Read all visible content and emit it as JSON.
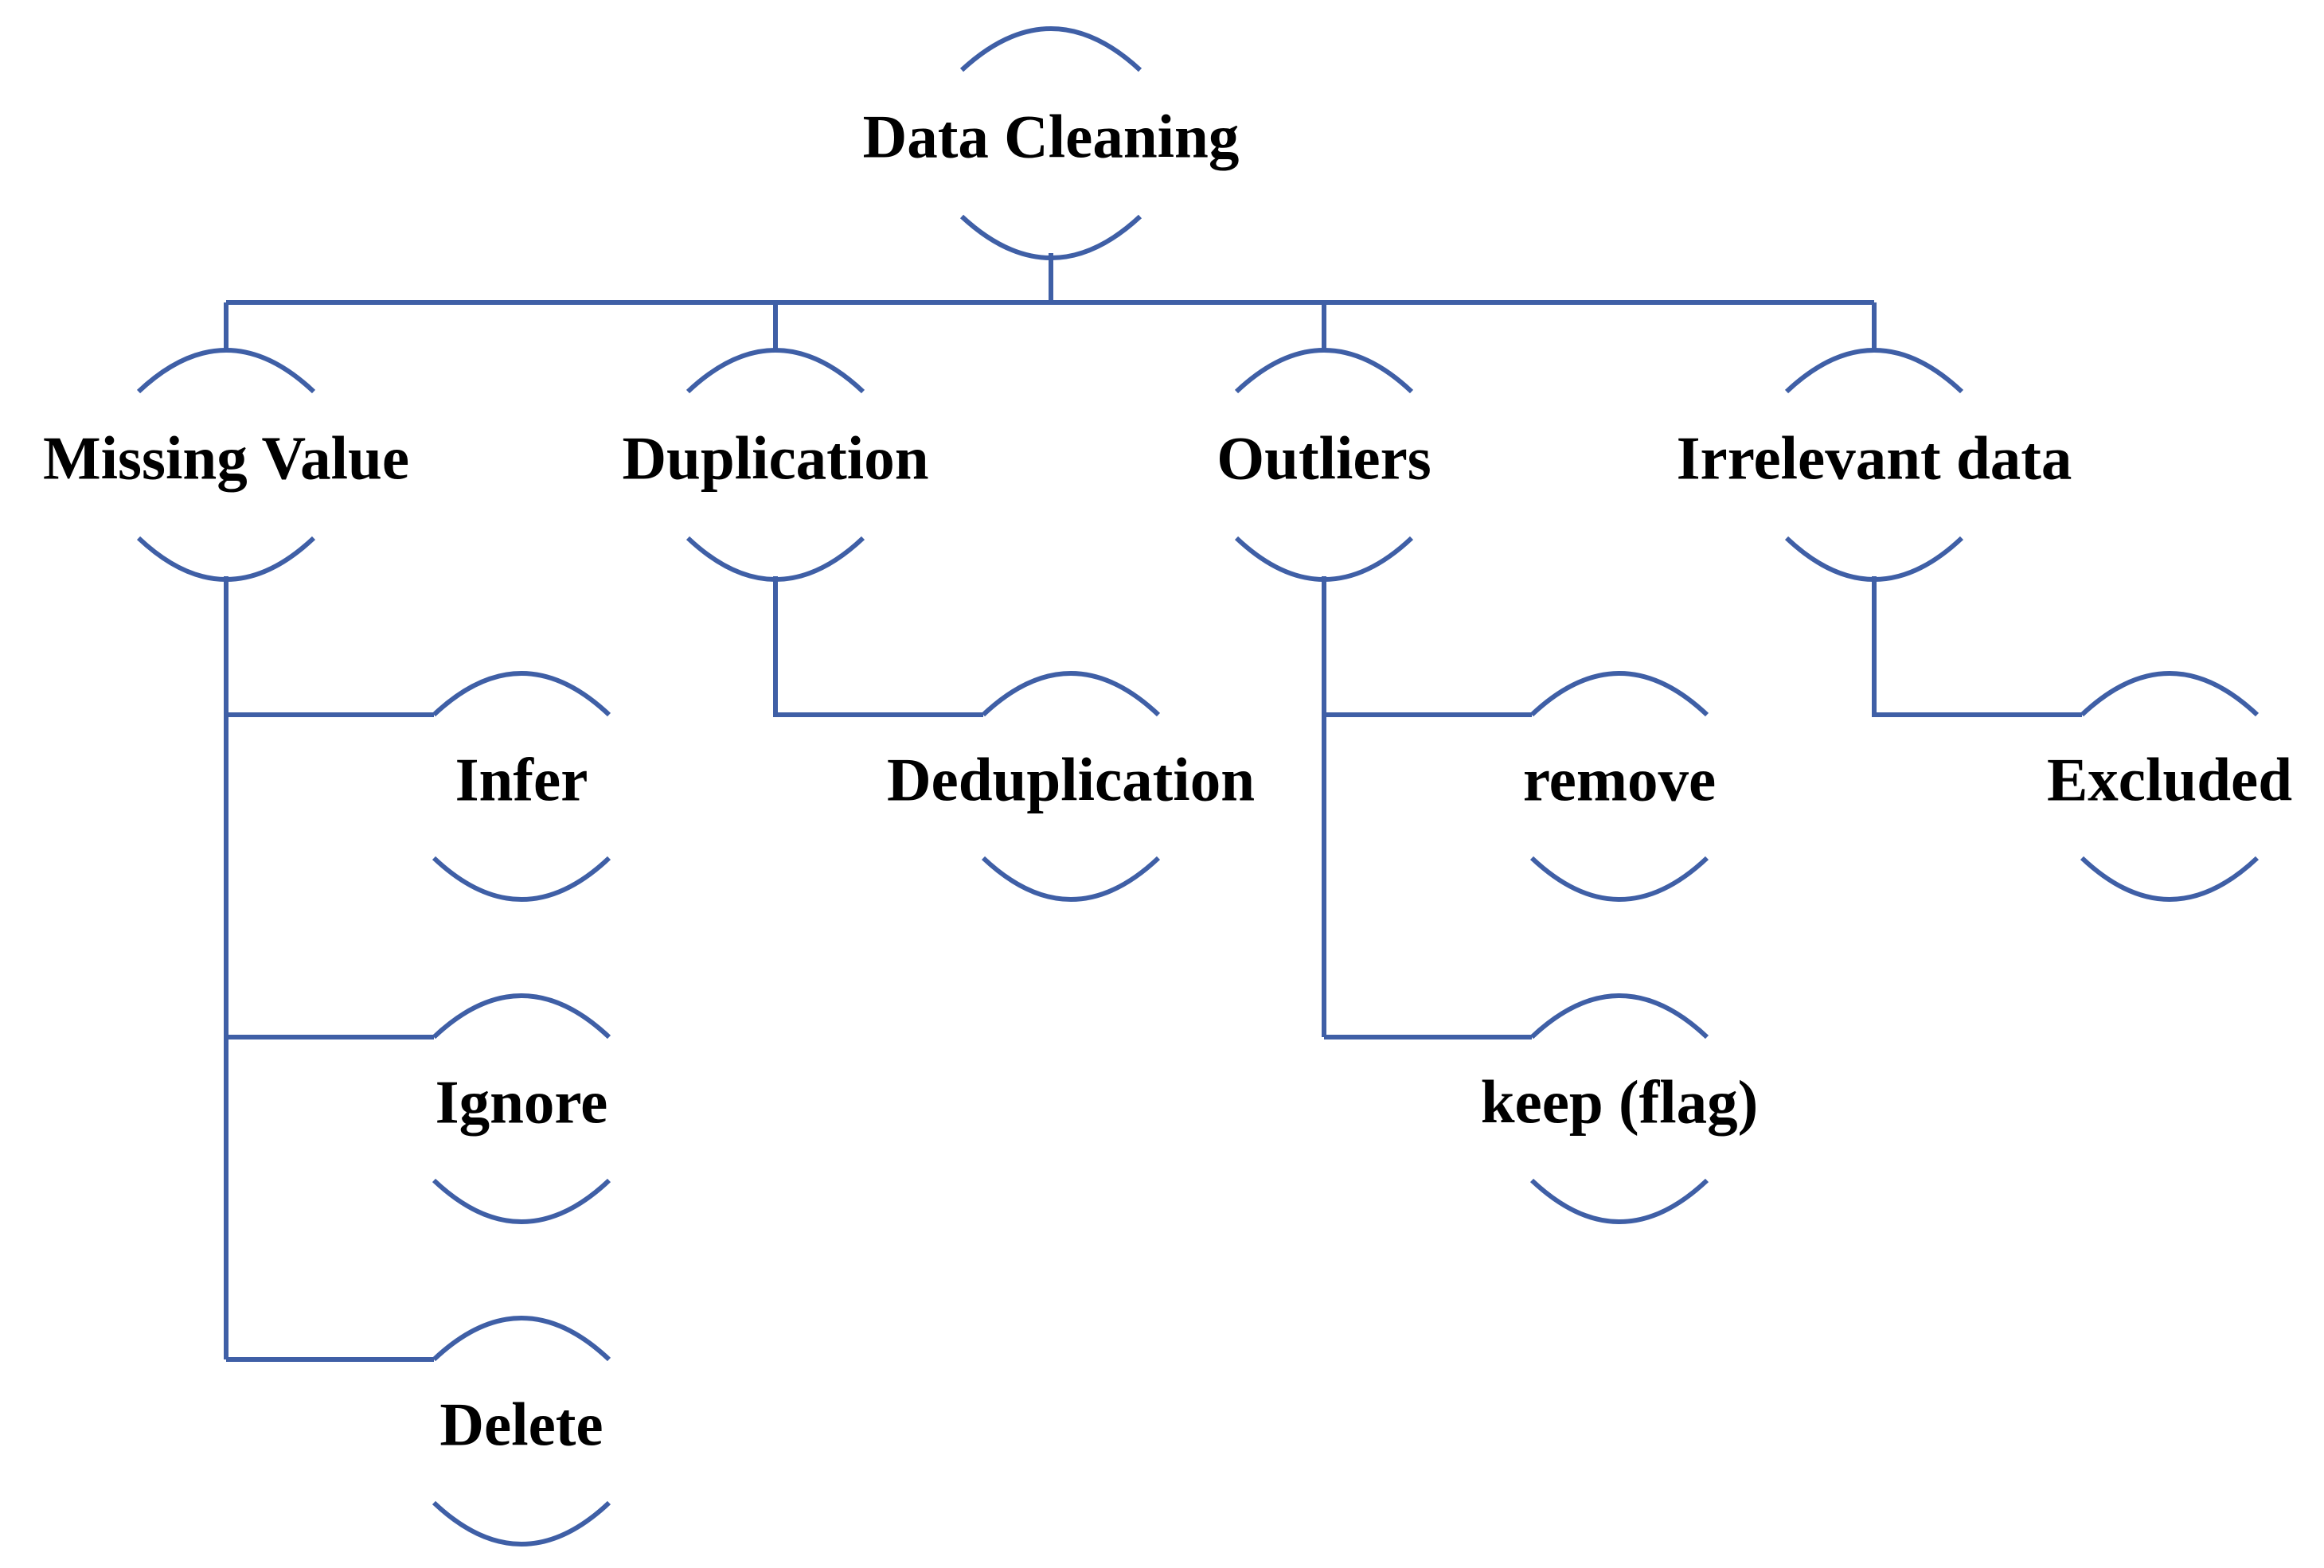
{
  "colors": {
    "line": "#3F5FA6",
    "text": "#000000",
    "background": "#FFFFFF"
  },
  "nodes": {
    "root": "Data Cleaning",
    "missing_value": "Missing Value",
    "duplication": "Duplication",
    "outliers": "Outliers",
    "irrelevant_data": "Irrelevant data",
    "infer": "Infer",
    "ignore": "Ignore",
    "delete": "Delete",
    "deduplication": "Deduplication",
    "remove": "remove",
    "keep_flag": "keep (flag)",
    "excluded": "Excluded"
  },
  "edges": [
    [
      "root",
      "missing_value"
    ],
    [
      "root",
      "duplication"
    ],
    [
      "root",
      "outliers"
    ],
    [
      "root",
      "irrelevant_data"
    ],
    [
      "missing_value",
      "infer"
    ],
    [
      "missing_value",
      "ignore"
    ],
    [
      "missing_value",
      "delete"
    ],
    [
      "duplication",
      "deduplication"
    ],
    [
      "outliers",
      "remove"
    ],
    [
      "outliers",
      "keep_flag"
    ],
    [
      "irrelevant_data",
      "excluded"
    ]
  ]
}
